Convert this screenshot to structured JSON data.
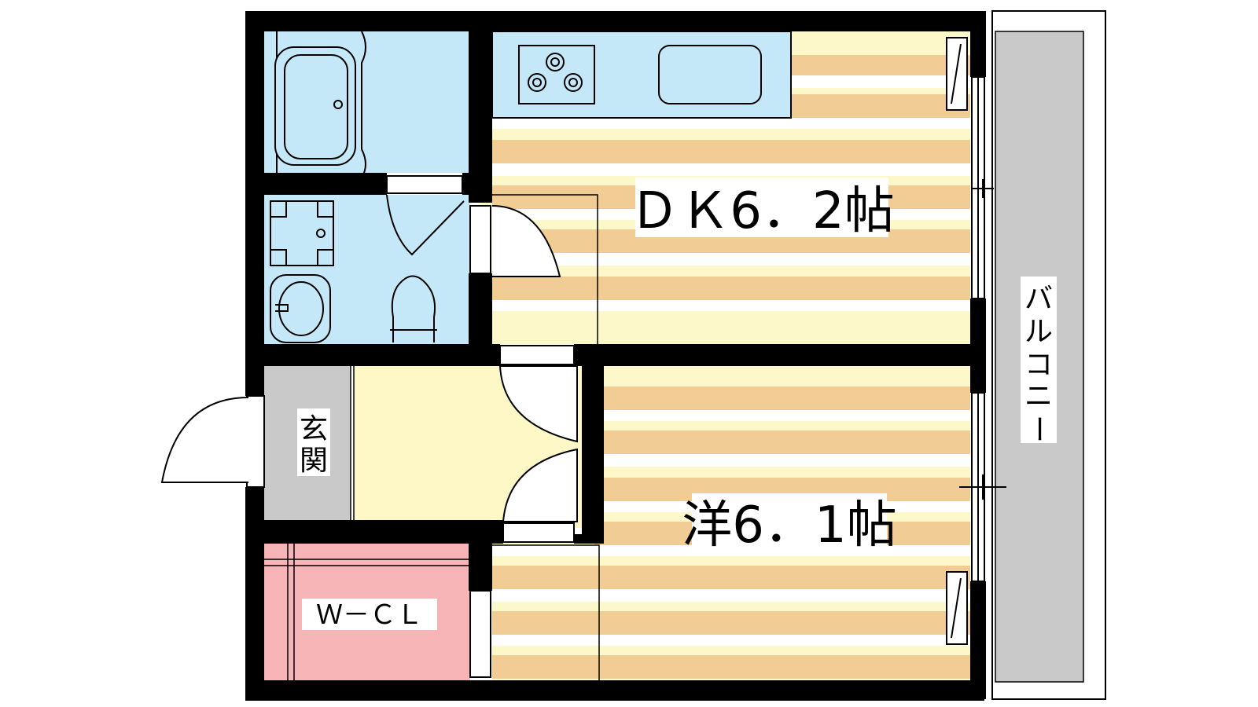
{
  "labels": {
    "dk": "ＤＫ6．2帖",
    "western": "洋6．1帖",
    "wcl": "Ｗ－ＣＬ",
    "entrance": [
      "玄",
      "関"
    ],
    "balcony": [
      "バ",
      "ル",
      "コ",
      "ニ",
      "ー"
    ]
  },
  "colors": {
    "wall": "#000000",
    "wet_area": "#c4e8f8",
    "floor_light": "#fdf8c9",
    "floor_stripe": "#f1cc94",
    "floor_white": "#ffffff",
    "corridor": "#fdf8c6",
    "entrance": "#c9c9c9",
    "closet": "#f7b5b8",
    "balcony": "#c9c9c9"
  }
}
